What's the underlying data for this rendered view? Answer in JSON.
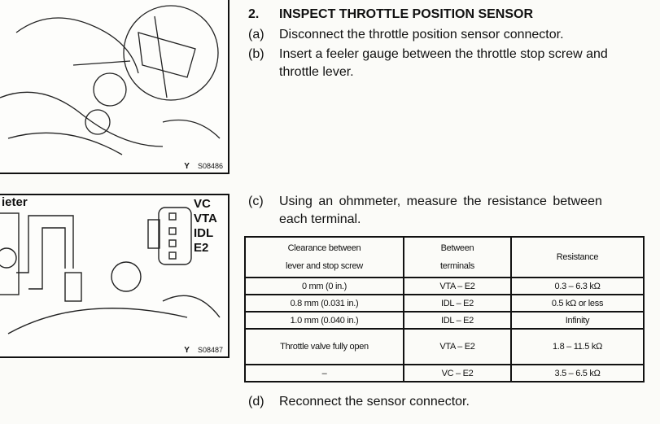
{
  "step": {
    "number": "2.",
    "title": "INSPECT THROTTLE POSITION SENSOR"
  },
  "items": [
    {
      "label": "(a)",
      "text": "Disconnect the throttle position sensor connector."
    },
    {
      "label": "(b)",
      "text": "Insert a feeler gauge between the throttle stop screw and",
      "text2": "throttle lever."
    },
    {
      "label": "(c)",
      "text": "Using an ohmmeter, measure the resistance between",
      "text2": "each terminal."
    },
    {
      "label": "(d)",
      "text": "Reconnect the sensor connector."
    }
  ],
  "figures": [
    {
      "code_prefix": "Y",
      "code": "S08486"
    },
    {
      "code_prefix": "Y",
      "code": "S08487",
      "meter_label": "ieter",
      "terminals": [
        "VC",
        "VTA",
        "IDL",
        "E2"
      ]
    }
  ],
  "table": {
    "headers": [
      [
        "Clearance between",
        "lever and stop screw"
      ],
      [
        "Between",
        "terminals"
      ],
      [
        "Resistance"
      ]
    ],
    "rows": [
      [
        "0 mm (0 in.)",
        "VTA – E2",
        "0.3 – 6.3 kΩ"
      ],
      [
        "0.8 mm (0.031 in.)",
        "IDL – E2",
        "0.5 kΩ or less"
      ],
      [
        "1.0 mm (0.040 in.)",
        "IDL – E2",
        "Infinity"
      ],
      [
        "Throttle valve fully open",
        "VTA – E2",
        "1.8 – 11.5 kΩ"
      ],
      [
        "–",
        "VC – E2",
        "3.5 – 6.5 kΩ"
      ]
    ]
  }
}
